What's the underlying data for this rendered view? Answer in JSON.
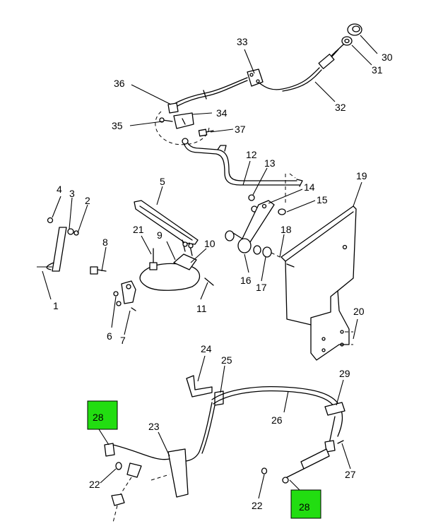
{
  "diagram": {
    "callouts": [
      {
        "id": "c1",
        "label": "1"
      },
      {
        "id": "c2",
        "label": "2"
      },
      {
        "id": "c3",
        "label": "3"
      },
      {
        "id": "c4",
        "label": "4"
      },
      {
        "id": "c5",
        "label": "5"
      },
      {
        "id": "c6",
        "label": "6"
      },
      {
        "id": "c7",
        "label": "7"
      },
      {
        "id": "c8",
        "label": "8"
      },
      {
        "id": "c9",
        "label": "9"
      },
      {
        "id": "c10",
        "label": "10"
      },
      {
        "id": "c11",
        "label": "11"
      },
      {
        "id": "c12",
        "label": "12"
      },
      {
        "id": "c13",
        "label": "13"
      },
      {
        "id": "c14",
        "label": "14"
      },
      {
        "id": "c15",
        "label": "15"
      },
      {
        "id": "c16",
        "label": "16"
      },
      {
        "id": "c17",
        "label": "17"
      },
      {
        "id": "c18",
        "label": "18"
      },
      {
        "id": "c19",
        "label": "19"
      },
      {
        "id": "c20",
        "label": "20"
      },
      {
        "id": "c21",
        "label": "21"
      },
      {
        "id": "c22a",
        "label": "22"
      },
      {
        "id": "c22b",
        "label": "22"
      },
      {
        "id": "c23",
        "label": "23"
      },
      {
        "id": "c24",
        "label": "24"
      },
      {
        "id": "c25",
        "label": "25"
      },
      {
        "id": "c26",
        "label": "26"
      },
      {
        "id": "c27",
        "label": "27"
      },
      {
        "id": "c29",
        "label": "29"
      },
      {
        "id": "c30",
        "label": "30"
      },
      {
        "id": "c31",
        "label": "31"
      },
      {
        "id": "c32",
        "label": "32"
      },
      {
        "id": "c33",
        "label": "33"
      },
      {
        "id": "c34",
        "label": "34"
      },
      {
        "id": "c35",
        "label": "35"
      },
      {
        "id": "c36",
        "label": "36"
      },
      {
        "id": "c37",
        "label": "37"
      }
    ],
    "highlighted": [
      {
        "id": "h28a",
        "label": "28"
      },
      {
        "id": "h28b",
        "label": "28"
      }
    ],
    "highlight_color": "#22dd11"
  }
}
